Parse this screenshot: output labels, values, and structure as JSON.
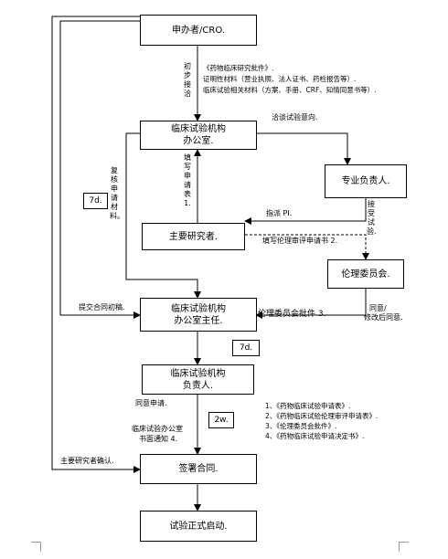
{
  "boxes": {
    "sponsor": "申办者/CRO.",
    "office_line1": "临床试验机构",
    "office_line2": "办公室.",
    "specialist": "专业负责人.",
    "pi": "主要研究者.",
    "ethics": "伦理委员会.",
    "director_line1": "临床试验机构",
    "director_line2": "办公室主任.",
    "leader_line1": "临床试验机构",
    "leader_line2": "负责人.",
    "contract": "签署合同.",
    "start": "试验正式启动."
  },
  "durations": {
    "d7_left": "7d.",
    "d7_mid": "7d.",
    "w2": "2w."
  },
  "labels": {
    "initial_contact": "初步接洽",
    "materials_1": "《药物临床研究批件》.",
    "materials_2": "证明性材料（营业执照、法人证书、药检报告等）.",
    "materials_3": "临床试验相关材料（方案、手册、CRF、知情同意书等）.",
    "negotiate": "洽谈试验意向.",
    "fill_form": "填写申请表1.",
    "review_materials": "复核申请材料。",
    "accept": "接受试验.",
    "assign_pi": "指派 PI.",
    "fill_ethics": "填写伦理审评申请书 2.",
    "submit_contract": "提交合同初稿.",
    "ethics_approval": "伦理委员会批件 3.",
    "agree_1": "同意/",
    "agree_2": "修改后同意.",
    "agree_apply": "同意申请.",
    "notice_1": "临床试验办公室",
    "notice_2": "书面通知 4.",
    "pi_confirm": "主要研究者确认."
  },
  "notes": [
    "1、《药物临床试验申请表》.",
    "2、《药物临床试验伦理审评申请表》.",
    "3、《伦理委员会批件》.",
    "4、《药物临床试验申请决定书》."
  ]
}
